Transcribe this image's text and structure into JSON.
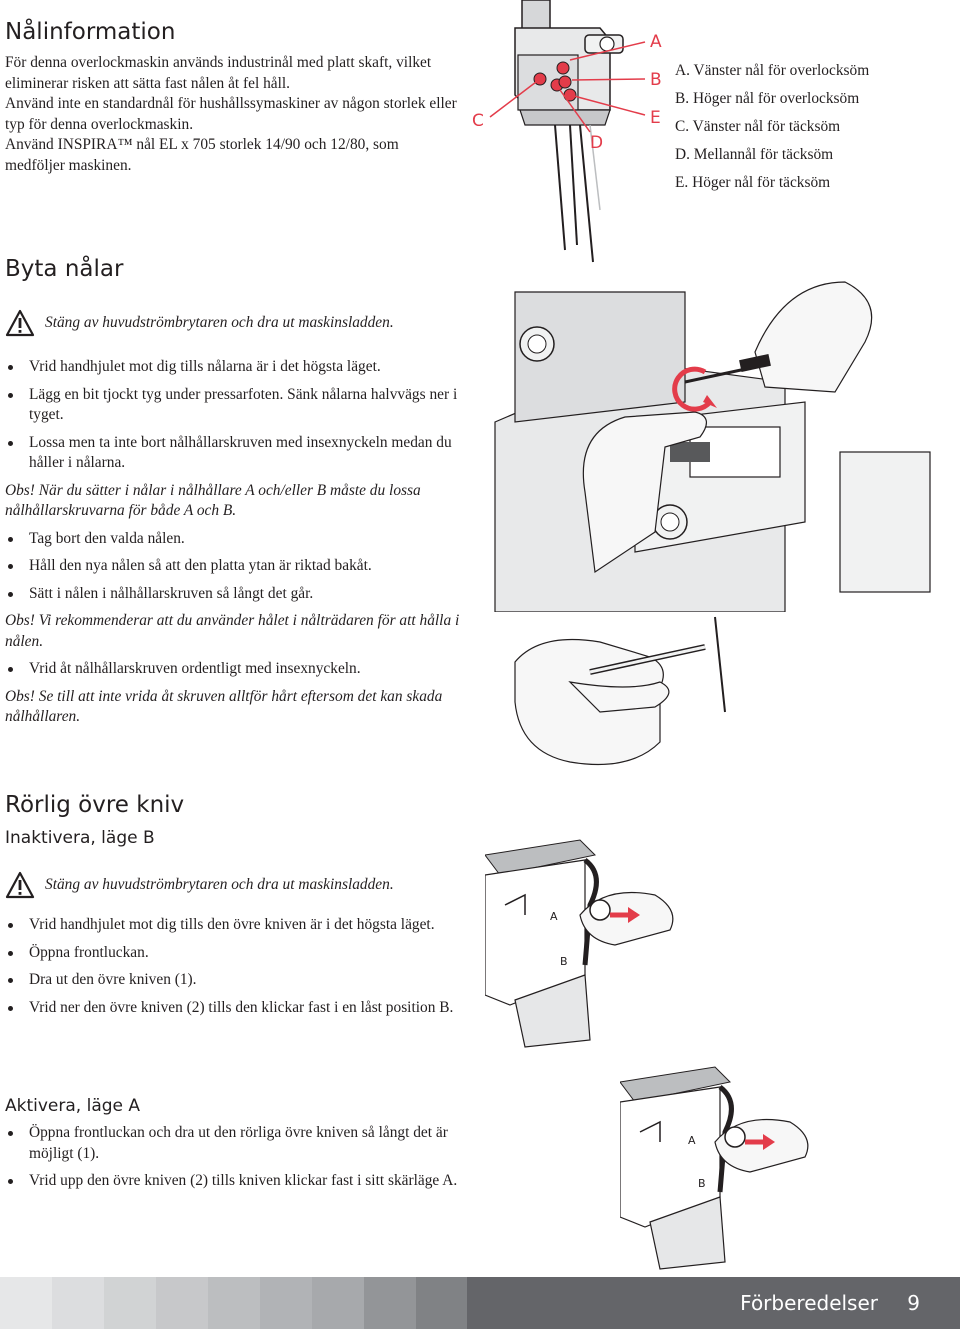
{
  "needle_info": {
    "title": "Nålinformation",
    "paragraphs": [
      "För denna overlockmaskin används industrinål med platt skaft, vilket eliminerar risken att sätta fast nålen åt fel håll.",
      "Använd inte en standardnål för hushållssymaskiner av någon storlek eller typ för denna overlockmaskin.",
      "Använd INSPIRA™ nål EL x 705 storlek 14/90 och 12/80, som medföljer maskinen."
    ],
    "diagram_labels": {
      "a": "A",
      "b": "B",
      "c": "C",
      "d": "D",
      "e": "E"
    },
    "legend": [
      "A. Vänster nål för overlocksöm",
      "B. Höger nål för overlocksöm",
      "C. Vänster nål för täcksöm",
      "D. Mellannål för täcksöm",
      "E. Höger nål för täcksöm"
    ]
  },
  "change_needles": {
    "title": "Byta nålar",
    "warning": "Stäng av huvudströmbrytaren och dra ut maskinsladden.",
    "steps_a": [
      "Vrid handhjulet mot dig tills nålarna är i det högsta läget.",
      "Lägg en bit tjockt tyg under pressarfoten. Sänk nålarna halvvägs ner i tyget.",
      "Lossa men ta inte bort nålhållarskruven med insexnyckeln medan du håller i nålarna."
    ],
    "note_1": "Obs! När du sätter i nålar i nålhållare A och/eller B måste du lossa nålhållarskruvarna för både A och B.",
    "steps_b": [
      "Tag bort den valda nålen.",
      "Håll den nya nålen så att den platta ytan är riktad bakåt.",
      "Sätt i nålen i nålhållarskruven så långt det går."
    ],
    "note_2": "Obs! Vi rekommenderar att du använder hålet i nålträdaren för att hålla i nålen.",
    "steps_c": [
      "Vrid åt nålhållarskruven ordentligt med insexnyckeln."
    ],
    "note_3": "Obs! Se till att inte vrida åt skruven alltför hårt eftersom det kan skada nålhållaren."
  },
  "knife": {
    "title": "Rörlig övre kniv",
    "inactivate": {
      "title": "Inaktivera, läge B",
      "warning": "Stäng av huvudströmbrytaren och dra ut maskinsladden.",
      "steps": [
        "Vrid handhjulet mot dig tills den övre kniven är i det högsta läget.",
        "Öppna frontluckan.",
        "Dra ut den övre kniven (1).",
        "Vrid ner den övre kniven (2) tills den klickar fast i en låst position B."
      ]
    },
    "activate": {
      "title": "Aktivera, läge A",
      "steps": [
        "Öppna frontluckan och dra ut den rörliga övre kniven så långt det är möjligt (1).",
        "Vrid upp den övre kniven (2) tills kniven klickar fast i sitt skärläge A."
      ]
    },
    "diagram_labels": {
      "a": "A",
      "b": "B"
    }
  },
  "footer": {
    "section": "Förberedelser",
    "page": "9",
    "square_colors": [
      "#e6e7e8",
      "#dcdddf",
      "#d1d3d4",
      "#c7c8ca",
      "#bcbec0",
      "#b1b3b6",
      "#a7a9ac",
      "#939598",
      "#808285"
    ]
  }
}
